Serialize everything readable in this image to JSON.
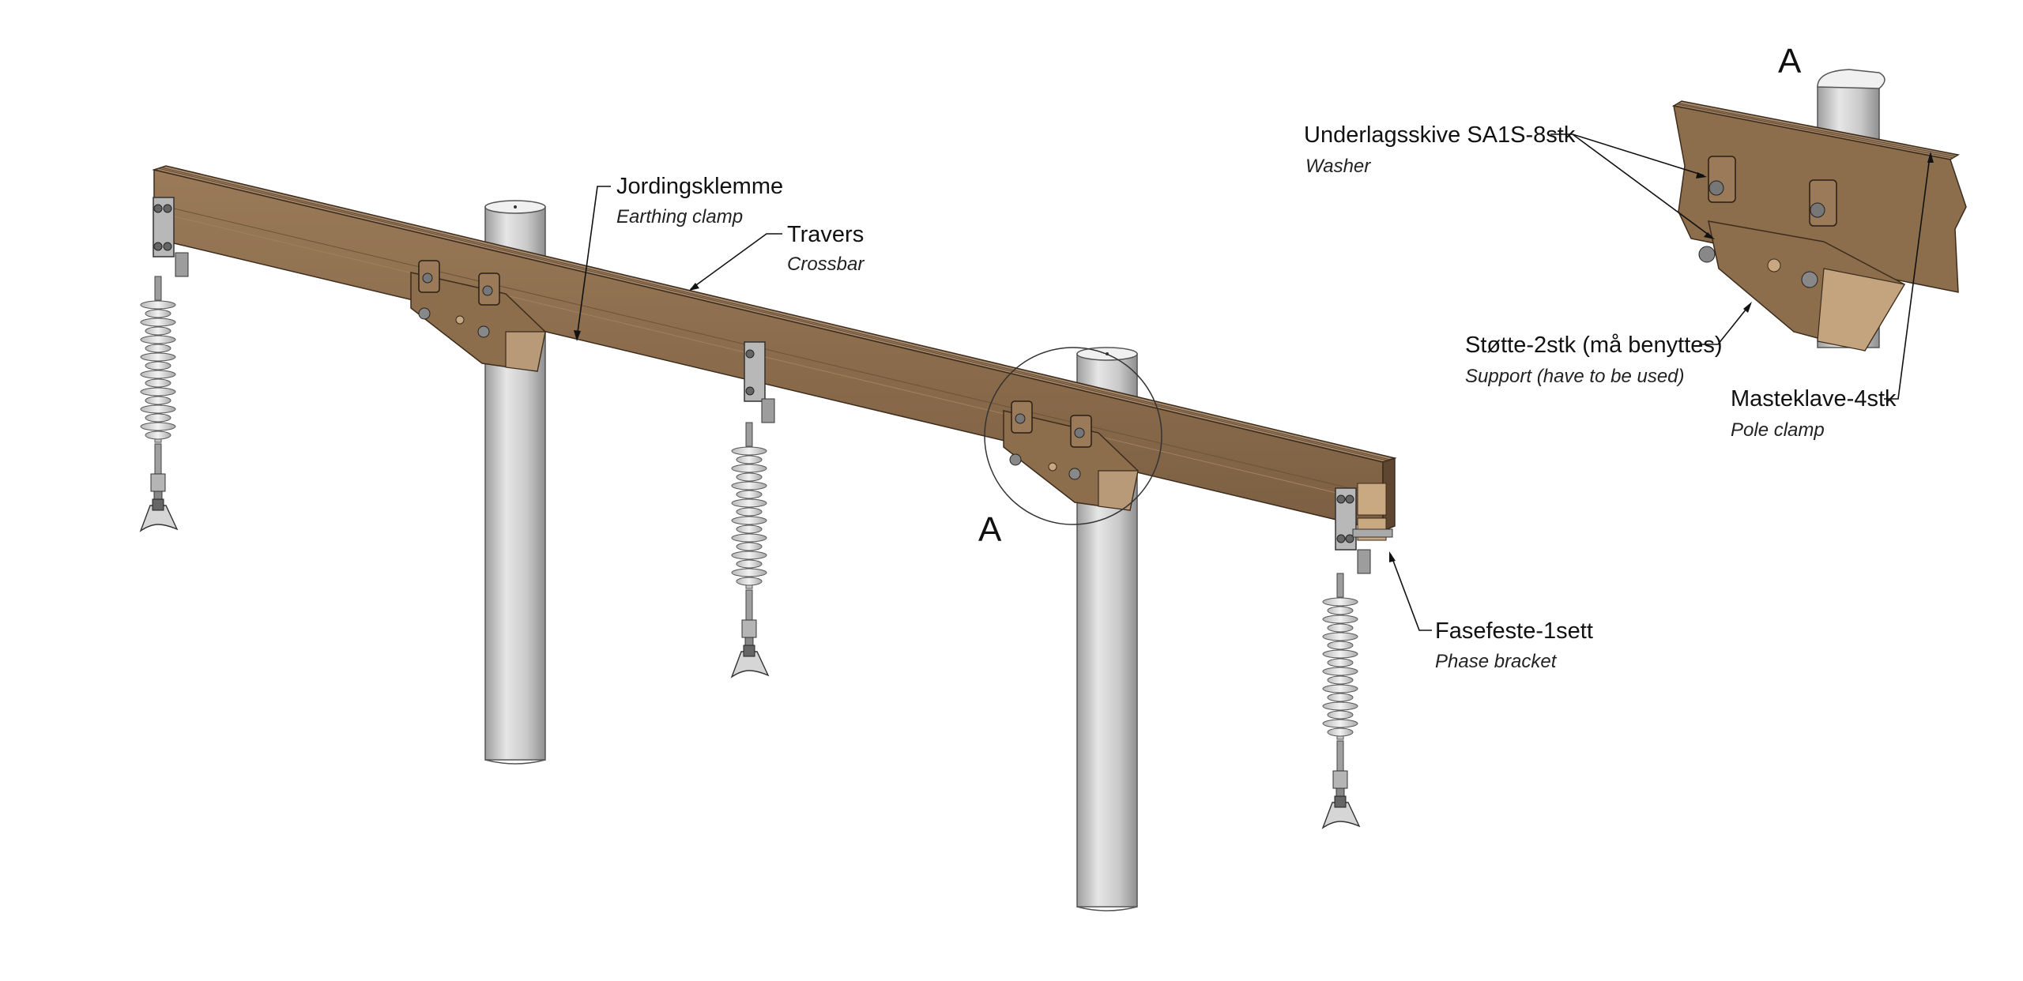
{
  "labels": {
    "earthing_clamp": {
      "main": "Jordingsklemme",
      "sub": "Earthing clamp"
    },
    "crossbar": {
      "main": "Travers",
      "sub": "Crossbar"
    },
    "washer": {
      "main": "Underlagsskive SA1S-8stk",
      "sub": "Washer"
    },
    "support": {
      "main": "Støtte-2stk (må benyttes)",
      "sub": "Support (have to be used)"
    },
    "pole_clamp": {
      "main": "Masteklave-4stk",
      "sub": "Pole clamp"
    },
    "phase_bracket": {
      "main": "Fasefeste-1sett",
      "sub": "Phase bracket"
    }
  },
  "detail": {
    "marker_letter": "A",
    "title_letter": "A"
  },
  "colors": {
    "wood_front": "#8c6d4c",
    "wood_top": "#a5876a",
    "wood_dark": "#5e4630",
    "metal": "#b8b8b8",
    "metal_dark": "#6d6d6d",
    "pole_light": "#e0e0e0",
    "pole_dark": "#a8a8a8",
    "insulator": "#dcdcdc"
  }
}
